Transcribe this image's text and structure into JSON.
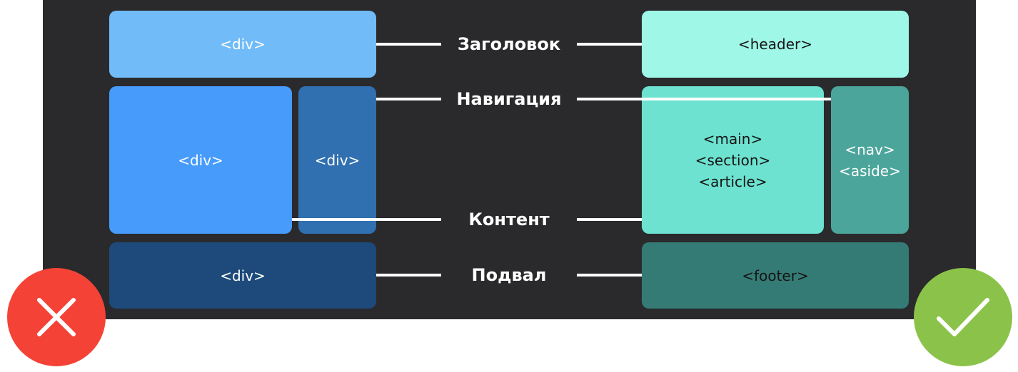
{
  "left_layout": {
    "header_box": "<div>",
    "main_box": "<div>",
    "side_box": "<div>",
    "footer_box": "<div>"
  },
  "right_layout": {
    "header_box": "<header>",
    "main_box": "<main>\n<section>\n<article>",
    "side_box": "<nav>\n<aside>",
    "footer_box": "<footer>"
  },
  "labels": {
    "header": "Заголовок",
    "navigation": "Навигация",
    "content": "Контент",
    "footer": "Подвал"
  },
  "badges": {
    "wrong_icon": "cross-icon",
    "right_icon": "checkmark-icon",
    "wrong_color": "#f44336",
    "right_color": "#8bc34a"
  }
}
